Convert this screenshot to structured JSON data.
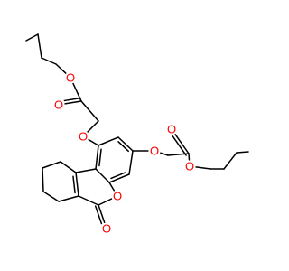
{
  "molecule": {
    "atoms": {
      "o_ester_top": "O",
      "o_carbonyl_top": "O",
      "o_ether_top": "O",
      "o_ether_right": "O",
      "o_carbonyl_right": "O",
      "o_ester_right": "O",
      "o_ring": "O",
      "o_lactone_carbonyl": "O"
    },
    "colors": {
      "bond": "#000000",
      "oxygen": "#ff0000"
    }
  }
}
